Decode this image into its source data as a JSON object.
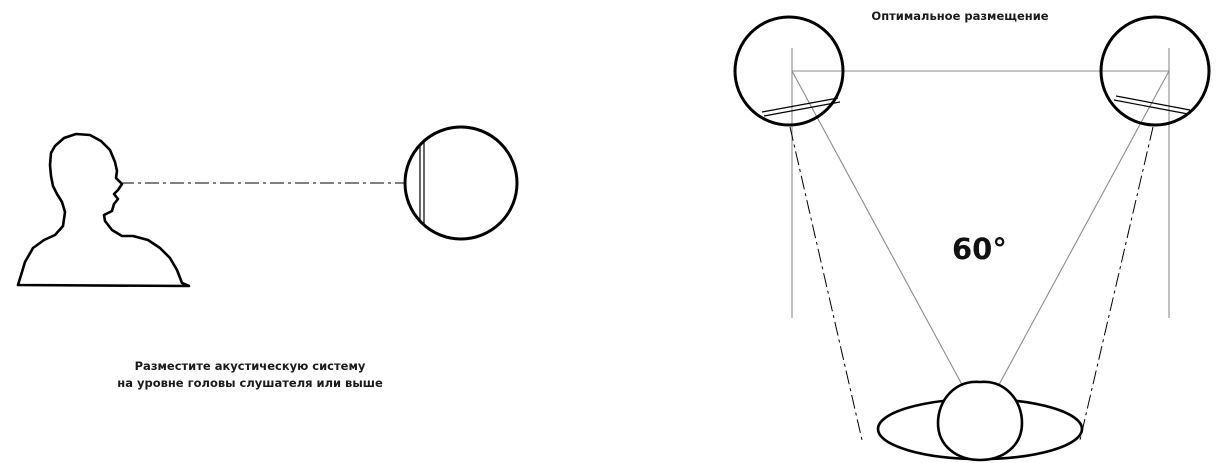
{
  "left_panel": {
    "caption_line1": "Разместите акустическую систему",
    "caption_line2": "на уровне головы слушателя или выше"
  },
  "right_panel": {
    "title": "Оптимальное размещение",
    "angle_label": "60°"
  },
  "colors": {
    "outline": "#000000",
    "guide_line": "#8c8c8c",
    "background": "#ffffff"
  }
}
